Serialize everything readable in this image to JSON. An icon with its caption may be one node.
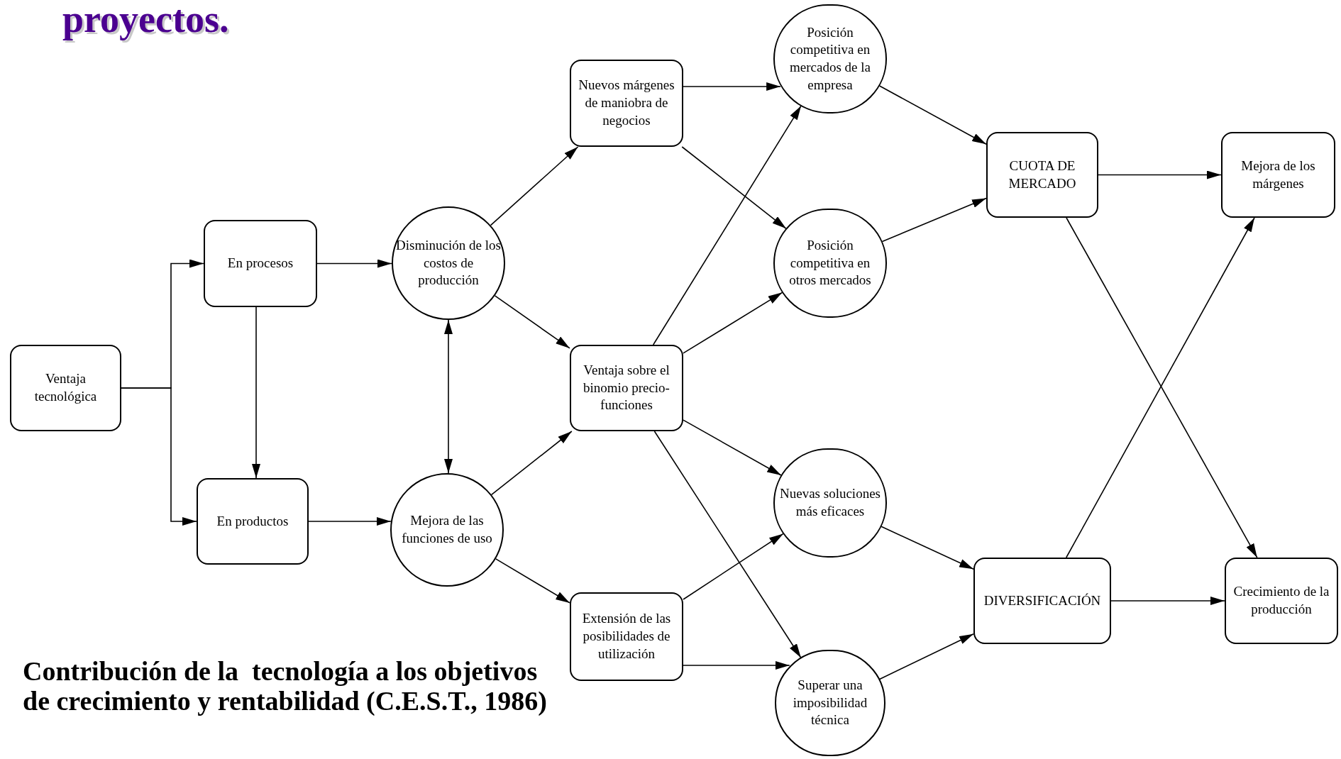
{
  "diagram": {
    "title": "proyectos.",
    "caption": "Contribución de la  tecnología a los objetivos de crecimiento y rentabilidad (C.E.S.T., 1986)",
    "nodes": [
      {
        "text": [
          "Ventaja tecnológica"
        ]
      },
      {
        "text": [
          "En procesos"
        ]
      },
      {
        "text": [
          "En productos"
        ]
      },
      {
        "text": [
          "Disminución de los costos de producción"
        ]
      },
      {
        "text": [
          "Mejora de las funciones de uso"
        ]
      },
      {
        "text": [
          "Nuevos márgenes de maniobra de negocios"
        ]
      },
      {
        "text": [
          "Ventaja sobre el binomio precio-funciones"
        ]
      },
      {
        "text": [
          "Extensión de las posibilidades de utilización"
        ]
      },
      {
        "text": [
          "Posición competitiva en mercados de la empresa"
        ]
      },
      {
        "text": [
          "Posición competitiva en otros mercados"
        ]
      },
      {
        "text": [
          "Nuevas soluciones más eficaces"
        ]
      },
      {
        "text": [
          "Superar una imposibilidad técnica"
        ]
      },
      {
        "text": [
          "CUOTA DE MERCADO"
        ]
      },
      {
        "text": [
          "DIVERSIFICACIÓN"
        ]
      },
      {
        "text": [
          "Mejora de los márgenes"
        ]
      },
      {
        "text": [
          "Crecimiento de la producción"
        ]
      }
    ],
    "edges": [
      {
        "from": 0,
        "to": 1,
        "arrow": "to"
      },
      {
        "from": 0,
        "to": 2,
        "arrow": "to"
      },
      {
        "from": 1,
        "to": 3,
        "arrow": "to"
      },
      {
        "from": 1,
        "to": 2,
        "arrow": "to"
      },
      {
        "from": 2,
        "to": 4,
        "arrow": "to"
      },
      {
        "from": 3,
        "to": 4,
        "arrow": "both"
      },
      {
        "from": 3,
        "to": 5,
        "arrow": "to"
      },
      {
        "from": 3,
        "to": 6,
        "arrow": "to"
      },
      {
        "from": 4,
        "to": 6,
        "arrow": "to"
      },
      {
        "from": 4,
        "to": 7,
        "arrow": "to"
      },
      {
        "from": 5,
        "to": 8,
        "arrow": "to"
      },
      {
        "from": 5,
        "to": 9,
        "arrow": "to"
      },
      {
        "from": 6,
        "to": 8,
        "arrow": "to"
      },
      {
        "from": 6,
        "to": 9,
        "arrow": "to"
      },
      {
        "from": 6,
        "to": 10,
        "arrow": "to"
      },
      {
        "from": 6,
        "to": 11,
        "arrow": "to"
      },
      {
        "from": 7,
        "to": 10,
        "arrow": "to"
      },
      {
        "from": 7,
        "to": 11,
        "arrow": "to"
      },
      {
        "from": 8,
        "to": 12,
        "arrow": "to"
      },
      {
        "from": 9,
        "to": 12,
        "arrow": "to"
      },
      {
        "from": 10,
        "to": 13,
        "arrow": "to"
      },
      {
        "from": 11,
        "to": 13,
        "arrow": "to"
      },
      {
        "from": 12,
        "to": 14,
        "arrow": "to"
      },
      {
        "from": 12,
        "to": 15,
        "arrow": "to"
      },
      {
        "from": 13,
        "to": 15,
        "arrow": "to"
      },
      {
        "from": 13,
        "to": 14,
        "arrow": "to"
      }
    ]
  }
}
